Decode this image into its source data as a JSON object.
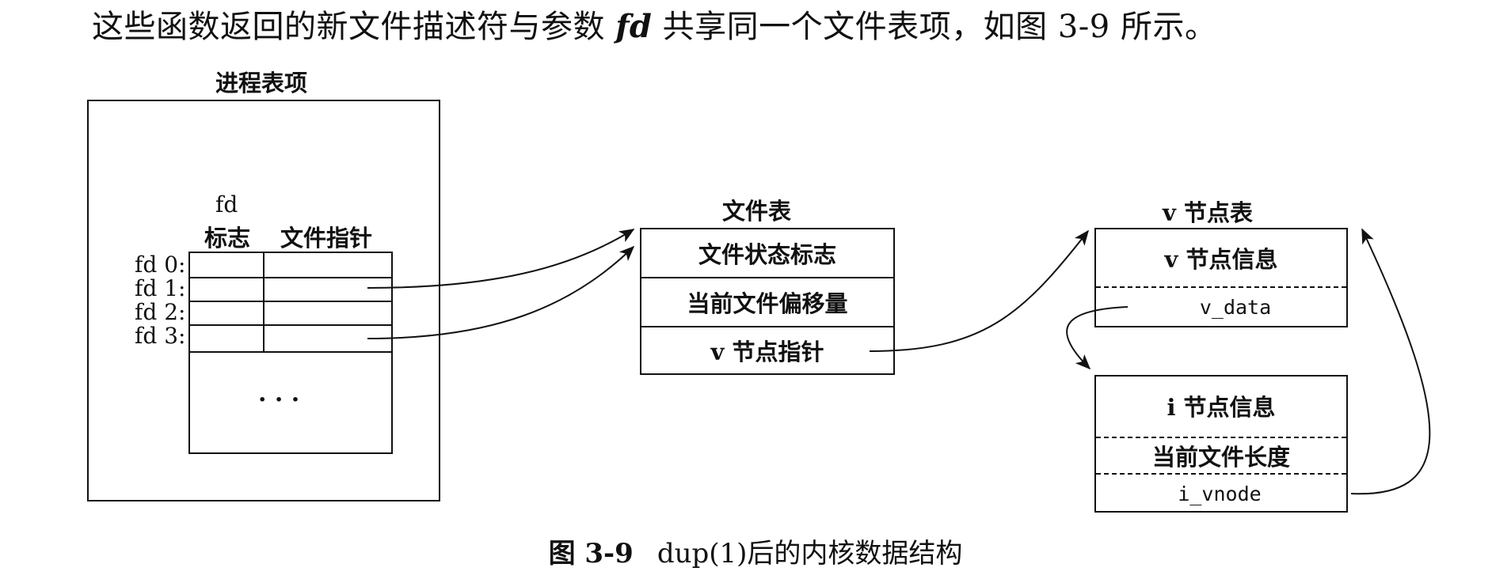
{
  "intro": {
    "before": "这些函数返回的新文件描述符与参数 ",
    "param": "fd",
    "after": " 共享同一个文件表项，如图 3-9 所示。"
  },
  "process_table": {
    "title": "进程表项",
    "col_fd_flags_line1": "fd",
    "col_fd_flags_line2": "标志",
    "col_file_pointer": "文件指针",
    "rows": [
      "fd 0:",
      "fd 1:",
      "fd 2:",
      "fd 3:"
    ],
    "ellipsis": "· · ·"
  },
  "file_table": {
    "title": "文件表",
    "fields": [
      "文件状态标志",
      "当前文件偏移量",
      "v 节点指针"
    ]
  },
  "vnode_table": {
    "title": "v 节点表",
    "vnode_info": "v 节点信息",
    "v_data": "v_data",
    "inode_info": "i 节点信息",
    "current_file_length": "当前文件长度",
    "i_vnode": "i_vnode"
  },
  "caption": {
    "number": "图 3-9",
    "text": "dup(1)后的内核数据结构"
  }
}
